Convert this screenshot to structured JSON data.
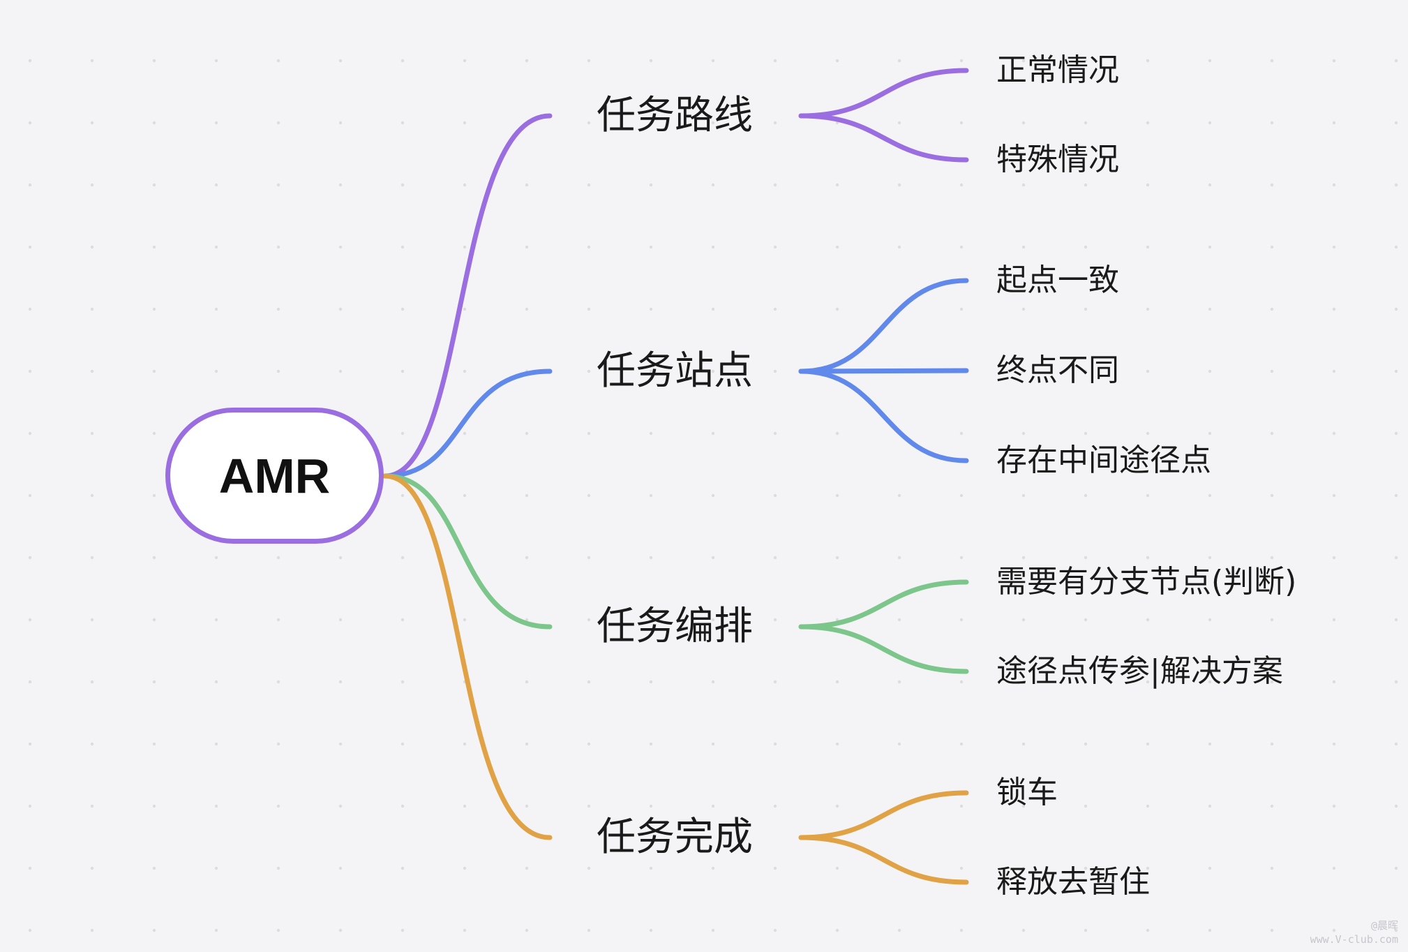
{
  "root": {
    "label": "AMR",
    "color": "#9a6ee0"
  },
  "branches": [
    {
      "label": "任务路线",
      "color": "#9a6ee0",
      "children": [
        "正常情况",
        "特殊情况"
      ]
    },
    {
      "label": "任务站点",
      "color": "#6189ec",
      "children": [
        "起点一致",
        "终点不同",
        "存在中间途径点"
      ]
    },
    {
      "label": "任务编排",
      "color": "#7cc68b",
      "children": [
        "需要有分支节点(判断)",
        "途径点传参|解决方案"
      ]
    },
    {
      "label": "任务完成",
      "color": "#e0a245",
      "children": [
        "锁车",
        "释放去暂住"
      ]
    }
  ],
  "watermark": {
    "handle": "@晨晖",
    "site": "www.V-club.com"
  }
}
